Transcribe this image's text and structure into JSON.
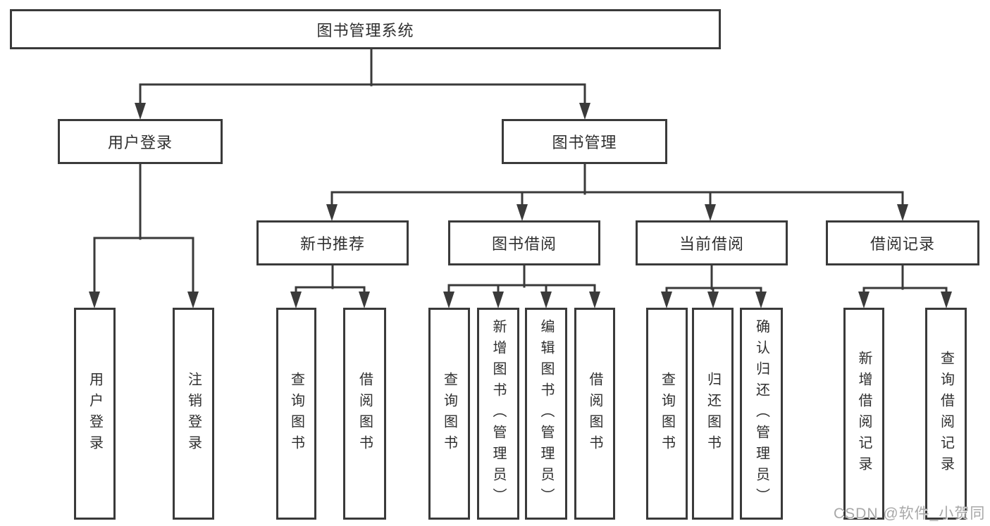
{
  "diagram": {
    "title": "图书管理系统",
    "watermark": "CSDN @软件_小贺同学",
    "colors": {
      "line": "#3a3a3a",
      "text": "#2f2f2f",
      "box_fill": "#ffffff",
      "background": "#ffffff",
      "watermark": "#a8a8a8"
    },
    "root": {
      "label": "图书管理系统"
    },
    "branches": [
      {
        "label": "用户登录",
        "children": [
          {
            "label": "用户登录"
          },
          {
            "label": "注销登录"
          }
        ]
      },
      {
        "label": "图书管理",
        "children": [
          {
            "label": "新书推荐",
            "children": [
              {
                "label": "查询图书"
              },
              {
                "label": "借阅图书"
              }
            ]
          },
          {
            "label": "图书借阅",
            "children": [
              {
                "label": "查询图书"
              },
              {
                "label": "新增图书（管理员）"
              },
              {
                "label": "编辑图书（管理员）"
              },
              {
                "label": "借阅图书"
              }
            ]
          },
          {
            "label": "当前借阅",
            "children": [
              {
                "label": "查询图书"
              },
              {
                "label": "归还图书"
              },
              {
                "label": "确认归还（管理员）"
              }
            ]
          },
          {
            "label": "借阅记录",
            "children": [
              {
                "label": "新增借阅记录"
              },
              {
                "label": "查询借阅记录"
              }
            ]
          }
        ]
      }
    ]
  }
}
